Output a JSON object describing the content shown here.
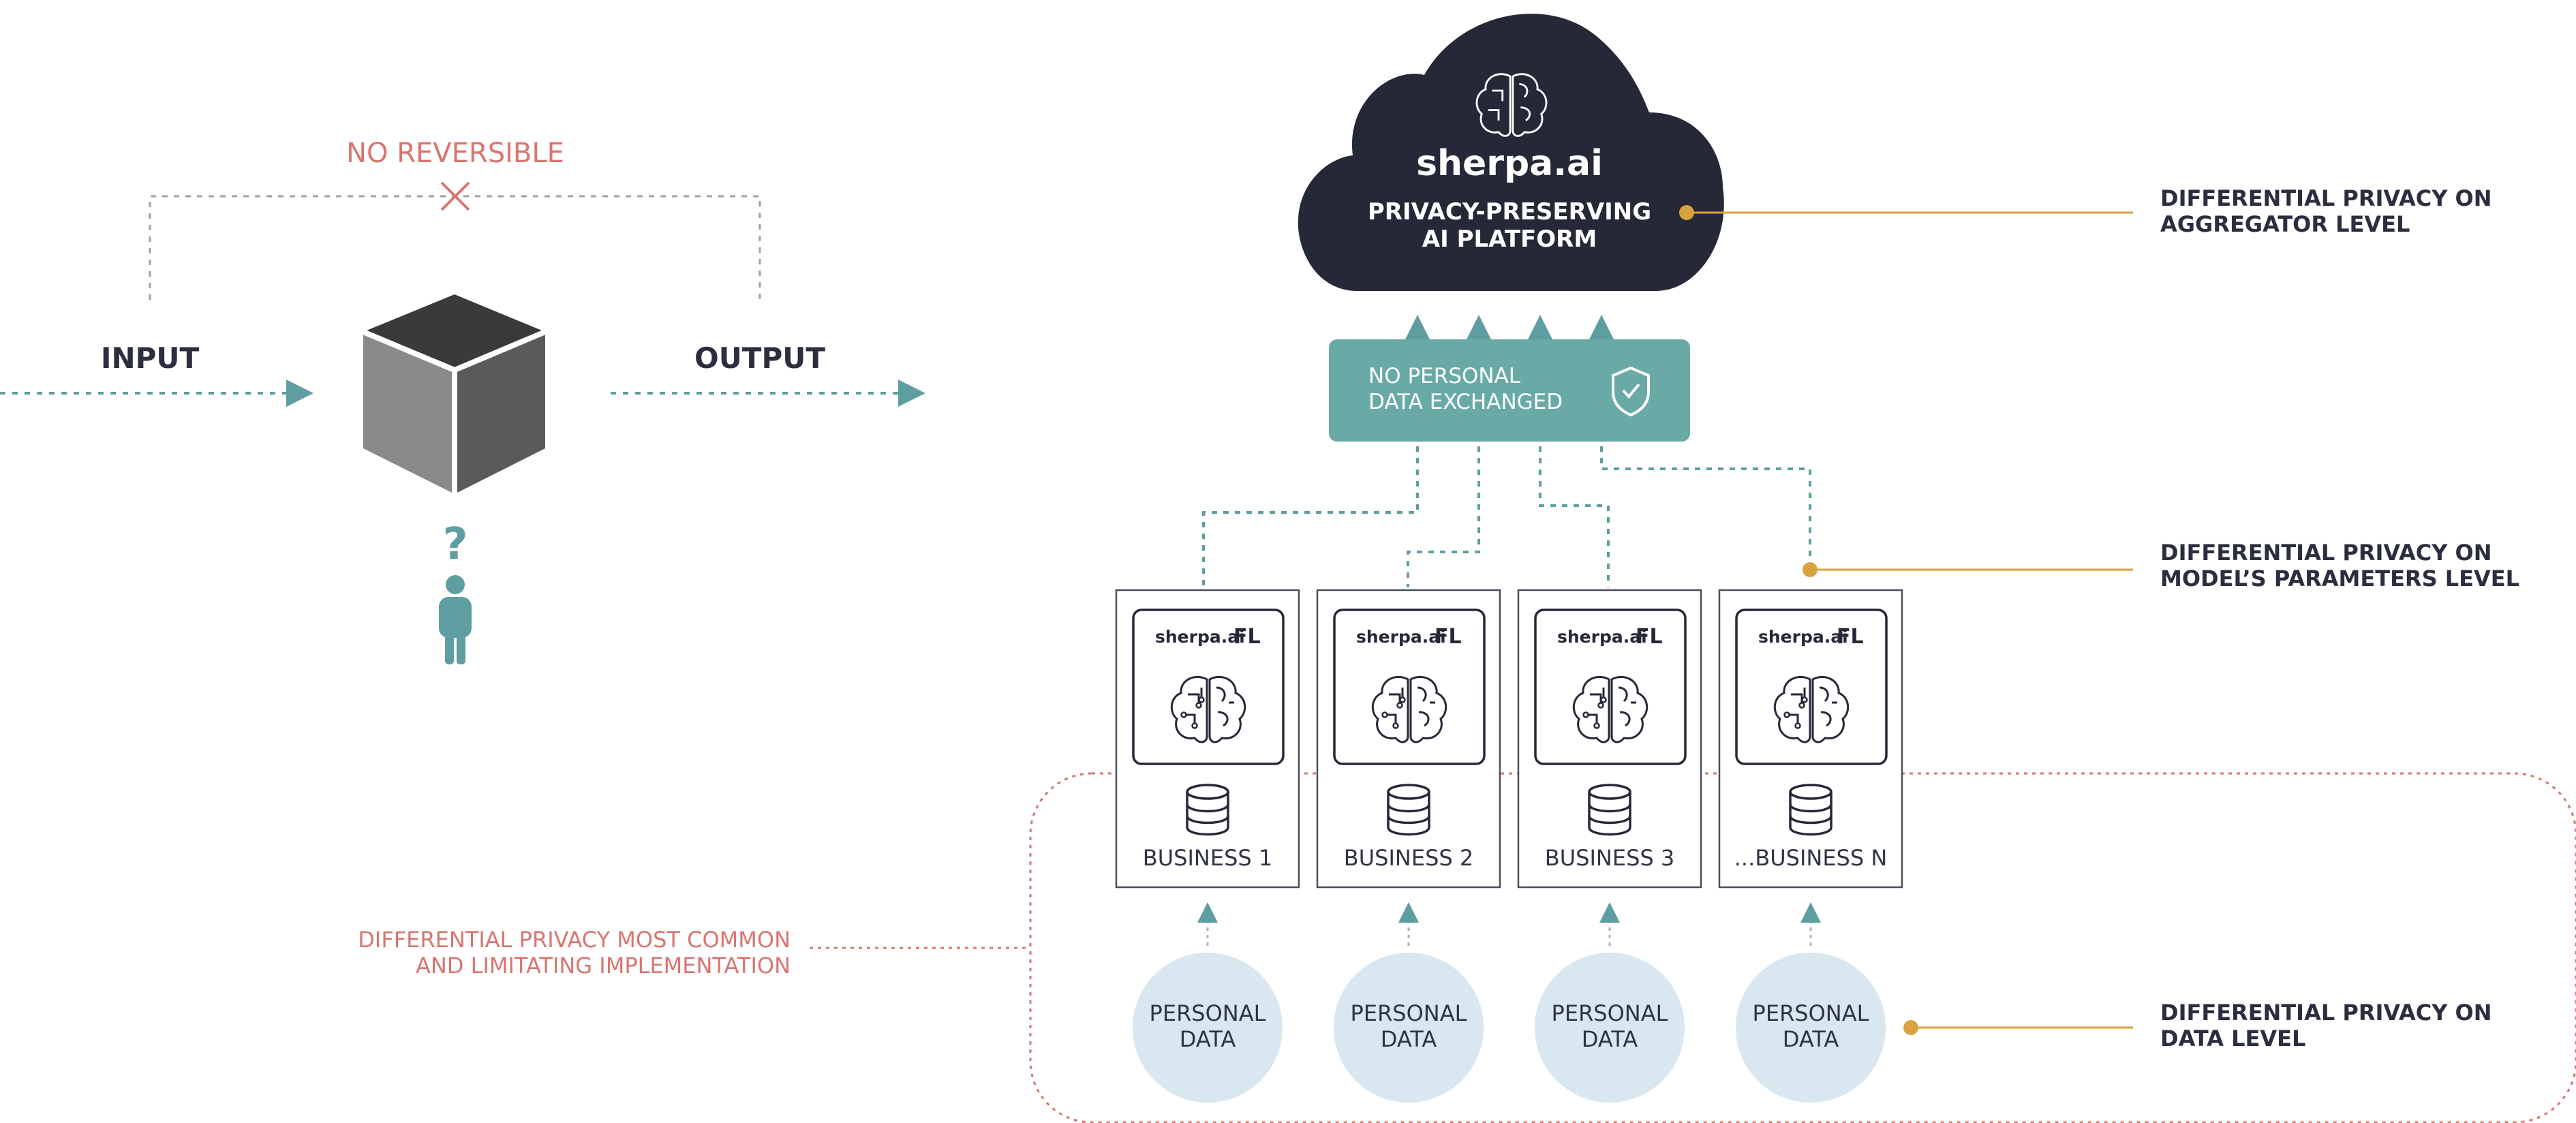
{
  "left_panel": {
    "no_reversible_label": "NO REVERSIBLE",
    "input_label": "INPUT",
    "output_label": "OUTPUT",
    "question_mark": "?"
  },
  "cloud": {
    "brand": "sherpa.ai",
    "platform_line1": "PRIVACY-PRESERVING",
    "platform_line2": "AI PLATFORM"
  },
  "exchange_box": {
    "line1": "NO PERSONAL",
    "line2": "DATA EXCHANGED"
  },
  "nodes": [
    {
      "brand": "sherpa.ai",
      "tag": "FL",
      "business": "BUSINESS 1",
      "data_line1": "PERSONAL",
      "data_line2": "DATA"
    },
    {
      "brand": "sherpa.ai",
      "tag": "FL",
      "business": "BUSINESS 2",
      "data_line1": "PERSONAL",
      "data_line2": "DATA"
    },
    {
      "brand": "sherpa.ai",
      "tag": "FL",
      "business": "BUSINESS 3",
      "data_line1": "PERSONAL",
      "data_line2": "DATA"
    },
    {
      "brand": "sherpa.ai",
      "tag": "FL",
      "business": "...BUSINESS N",
      "data_line1": "PERSONAL",
      "data_line2": "DATA"
    }
  ],
  "annotations": {
    "aggregator_line1": "DIFFERENTIAL PRIVACY ON",
    "aggregator_line2": "AGGREGATOR LEVEL",
    "model_line1": "DIFFERENTIAL PRIVACY ON",
    "model_line2": "MODEL’S PARAMETERS LEVEL",
    "data_line1": "DIFFERENTIAL PRIVACY ON",
    "data_line2": "DATA LEVEL",
    "common_line1": "DIFFERENTIAL PRIVACY MOST COMMON",
    "common_line2": "AND LIMITATING IMPLEMENTATION"
  },
  "colors": {
    "dark": "#252836",
    "teal": "#5f9ea0",
    "teal_box": "#69a9a6",
    "salmon": "#d9756f",
    "gold": "#d8a23e",
    "light_blue": "#d9e7f0"
  },
  "icons": [
    "black-box-cube-icon",
    "person-icon",
    "brain-icon",
    "shield-check-icon",
    "database-icon",
    "x-mark-icon"
  ]
}
